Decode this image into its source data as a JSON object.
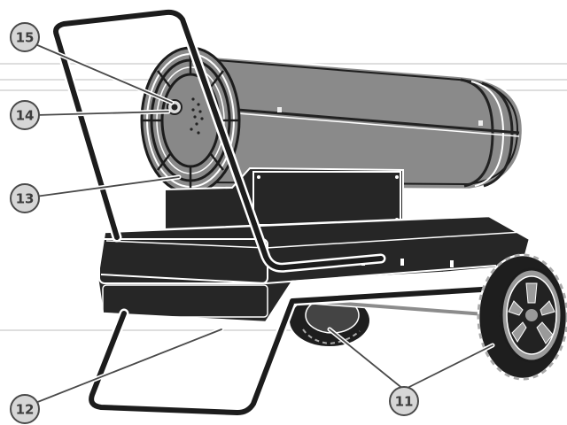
{
  "callouts": [
    {
      "number": "15"
    },
    {
      "number": "14"
    },
    {
      "number": "13"
    },
    {
      "number": "12"
    },
    {
      "number": "11"
    }
  ],
  "colors": {
    "body_dark": "#262626",
    "tube_gray": "#8c8c8c",
    "frame": "#1c1c1c",
    "outline": "#ffffff",
    "callout_fill": "#d6d6d6",
    "callout_stroke": "#4a4a4a",
    "guide_line": "#cfcfcf"
  },
  "icons": [
    "kerosene-heater-illustration",
    "wheel-icon"
  ]
}
